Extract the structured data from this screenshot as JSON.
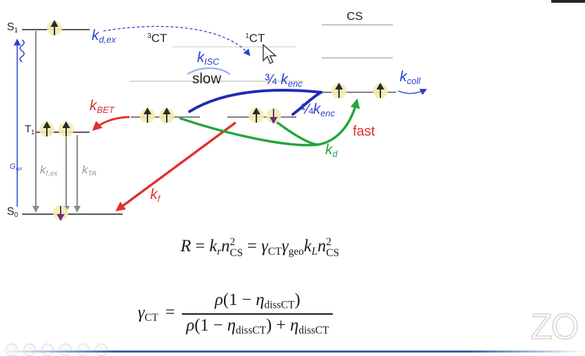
{
  "diagram": {
    "levels": {
      "s1": "S",
      "s1_sub": "1",
      "t1": "T",
      "t1_sub": "1",
      "s0": "S",
      "s0_sub": "0",
      "ct3_sup": "3",
      "ct3": "CT",
      "ct1_sup": "1",
      "ct1": "CT",
      "cs": "CS"
    },
    "rates": {
      "k": "k",
      "d_ex": "d,ex",
      "isc": "ISC",
      "slow": "slow",
      "three_quarter": "¾",
      "one_quarter": "¼",
      "enc": "enc",
      "coll": "coll",
      "bet": "BET",
      "d": "d",
      "fast": "fast",
      "f": "f",
      "f_ex": "f,ex",
      "ta": "TA",
      "g_opt": "G",
      "g_opt_sub": "opt"
    },
    "colors": {
      "blue": "#2a41c8",
      "red": "#e0312a",
      "green": "#23a53a",
      "grey": "#9a9a9a",
      "spin_up": "#2b2b2b",
      "spin_down": "#6a2d86",
      "spin_halo": "#f5ecb0"
    }
  },
  "equations": {
    "eq1": {
      "R": "R",
      "k_r": "k",
      "r_sub": "r",
      "n": "n",
      "cs_sub": "CS",
      "two": "2",
      "gamma": "γ",
      "ct_sub": "CT",
      "geo_sub": "geo",
      "L_sub": "L",
      "eq": "="
    },
    "eq2": {
      "gamma": "γ",
      "ct_sub": "CT",
      "eq": "=",
      "rho": "ρ",
      "one_minus": "(1 − ",
      "eta": "η",
      "diss_sub": "dissCT",
      "close": ")",
      "plus": " + "
    }
  },
  "watermark": "ZO"
}
